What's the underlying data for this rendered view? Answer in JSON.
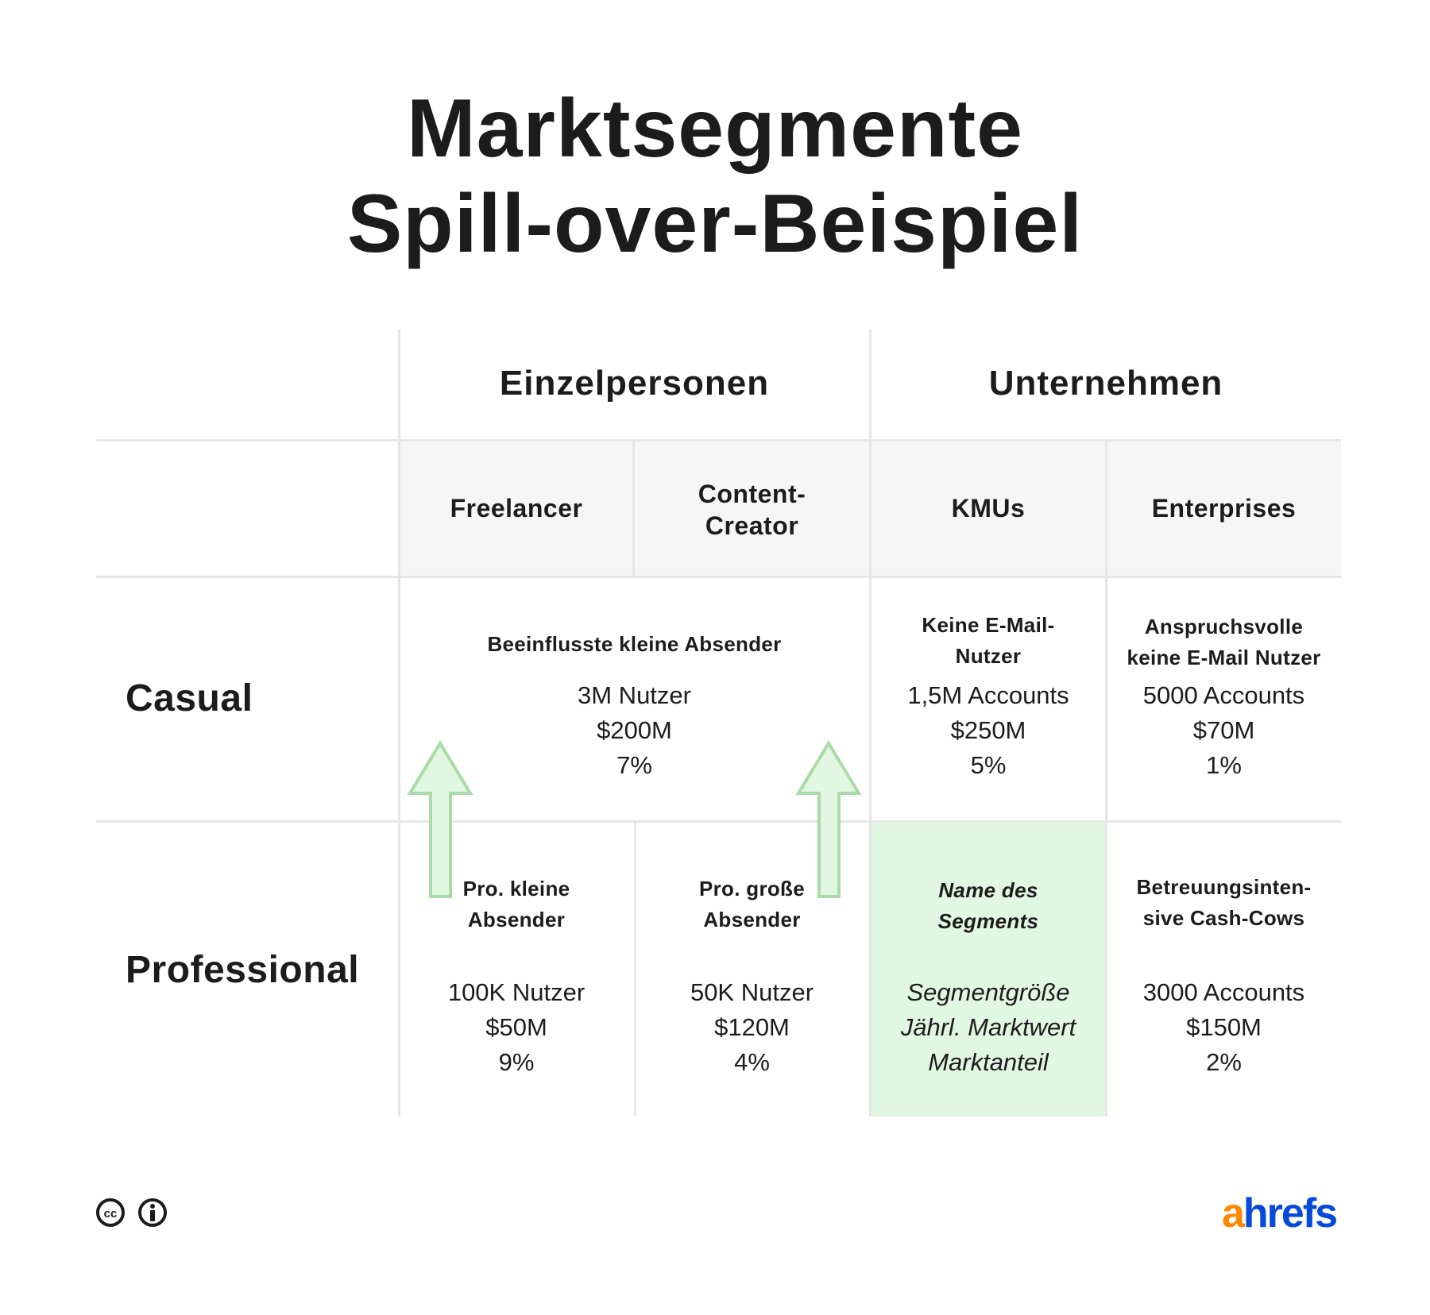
{
  "title": {
    "line1": "Marktsegmente",
    "line2": "Spill-over-Beispiel"
  },
  "groups": [
    "Einzelpersonen",
    "Unternehmen"
  ],
  "segments": [
    "Freelancer",
    "Content-\nCreator",
    "KMUs",
    "Enterprises"
  ],
  "rows": [
    "Casual",
    "Professional"
  ],
  "casual": [
    {
      "name": "Beeinflusste kleine Absender",
      "size": "3M Nutzer",
      "value": "$200M",
      "share": "7%"
    },
    {
      "name": "Keine E-Mail-\nNutzer",
      "size": "1,5M Accounts",
      "value": "$250M",
      "share": "5%"
    },
    {
      "name": "Anspruchsvolle\nkeine E-Mail Nutzer",
      "size": "5000 Accounts",
      "value": "$70M",
      "share": "1%"
    }
  ],
  "professional": [
    {
      "name": "Pro. kleine\nAbsender",
      "size": "100K Nutzer",
      "value": "$50M",
      "share": "9%"
    },
    {
      "name": "Pro. große\nAbsender",
      "size": "50K Nutzer",
      "value": "$120M",
      "share": "4%"
    },
    {
      "name": "Name des\nSegments",
      "size": "Segmentgröße",
      "value": "Jährl. Marktwert",
      "share": "Marktanteil"
    },
    {
      "name": "Betreuungsinten-\nsive Cash-Cows",
      "size": "3000 Accounts",
      "value": "$150M",
      "share": "2%"
    }
  ],
  "colors": {
    "highlight": "#e2f7e2",
    "arrow_fill": "#e2f7e2",
    "arrow_stroke": "#a8dba8",
    "header_bg": "#f6f6f6",
    "brand_orange": "#ff8800",
    "brand_blue": "#054ada"
  },
  "footer": {
    "license_icons": [
      "cc-icon",
      "by-icon"
    ],
    "logo": "ahrefs"
  }
}
